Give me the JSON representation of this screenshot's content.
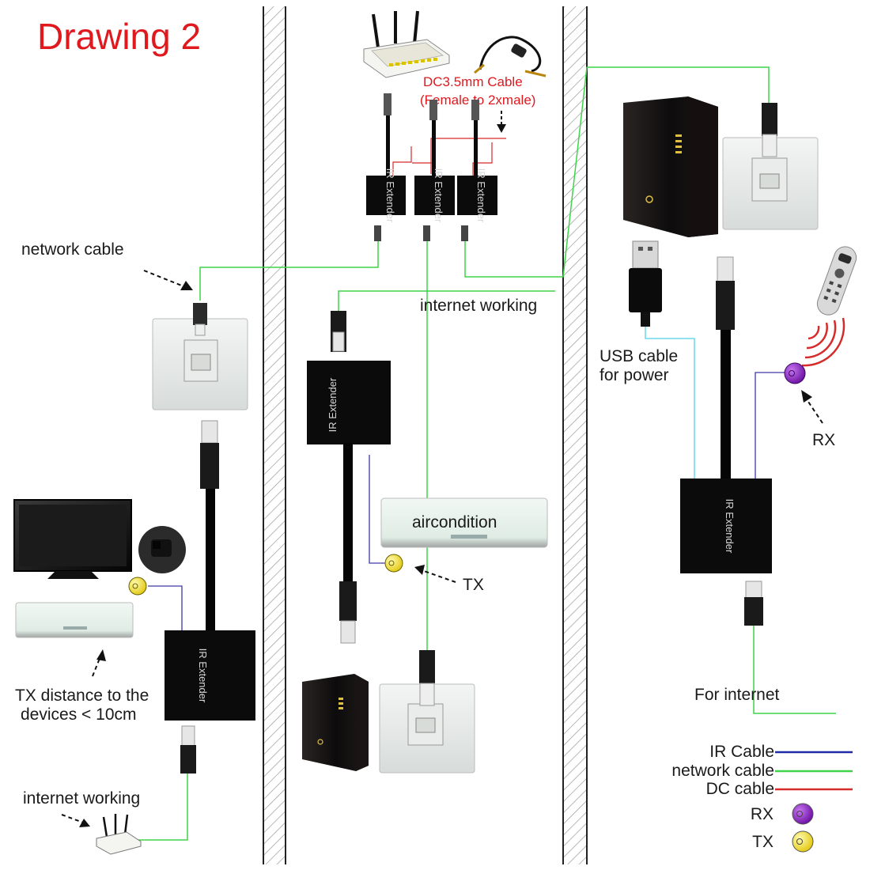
{
  "title": "Drawing  2",
  "labels": {
    "network_cable": "network cable",
    "internet_working_mid": "internet working",
    "internet_working_bottom": "internet working",
    "dc_cable_line1": "DC3.5mm Cable",
    "dc_cable_line2": "(Female to 2xmale)",
    "usb_line1": "USB cable",
    "usb_line2": "for power",
    "rx": "RX",
    "tx": "TX",
    "aircondition": "aircondition",
    "tx_distance_line1": "TX distance to the",
    "tx_distance_line2": "devices < 10cm",
    "for_internet": "For internet",
    "ir_extender": "IR Extender"
  },
  "legend": [
    {
      "label": "IR Cable",
      "color": "#1f2aa8",
      "kind": "line"
    },
    {
      "label": "network cable",
      "color": "#3fd44a",
      "kind": "line"
    },
    {
      "label": "DC cable",
      "color": "#d62b2b",
      "kind": "line"
    },
    {
      "label": "RX",
      "color": "#8a1fc4",
      "kind": "dot"
    },
    {
      "label": "TX",
      "color": "#f2e01a",
      "kind": "dot"
    }
  ],
  "colors": {
    "ir_cable": "#1f2aa8",
    "network_cable": "#3fd44a",
    "dc_cable": "#d62b2b",
    "rx": "#8a1fc4",
    "tx": "#f2e01a",
    "title": "#e0191f"
  }
}
